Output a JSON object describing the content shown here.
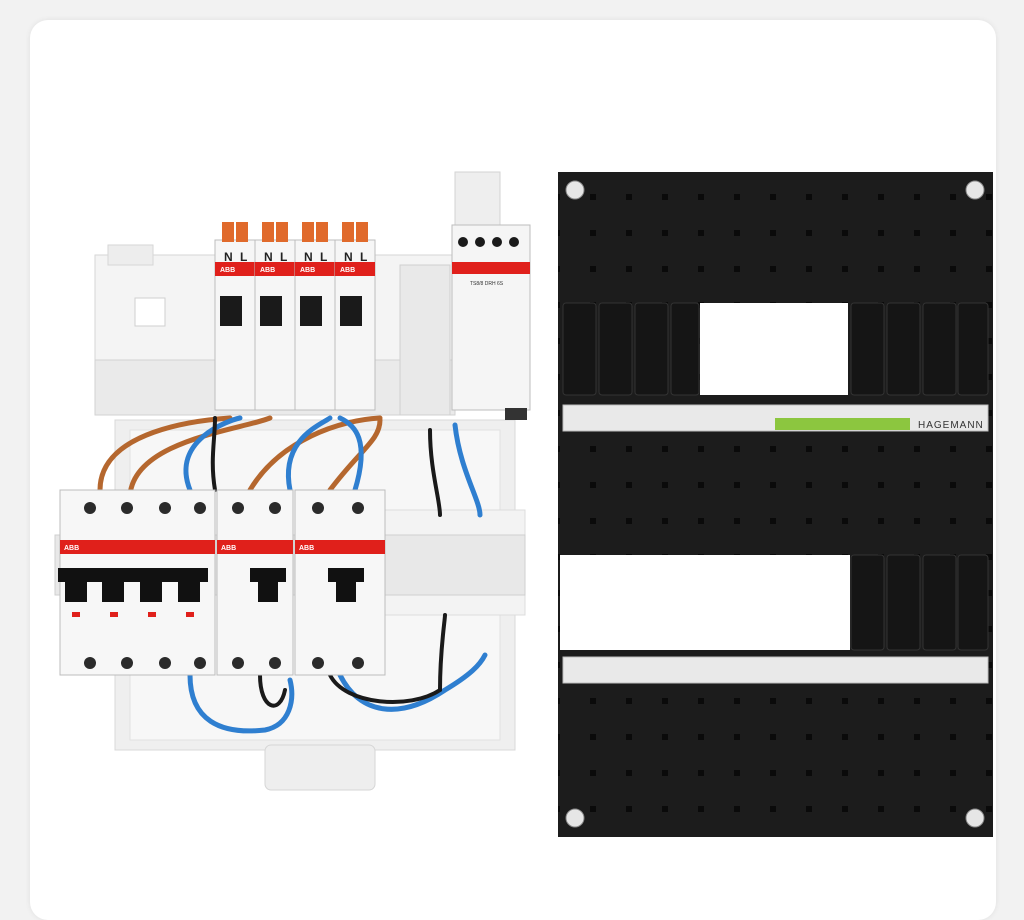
{
  "image": {
    "subject": "product-photo",
    "left_assembly": "circuit-breaker-group-with-wiring",
    "right_assembly": "black-perforated-cover-plate"
  },
  "labels": {
    "terminal_n": "N",
    "terminal_l": "L",
    "breaker_brand": "ABB",
    "transformer_text": "TS8/8 DRH 6S",
    "cover_brand": "HAGEMANN"
  },
  "colors": {
    "card_background": "#ffffff",
    "page_background": "#f2f2f2",
    "plate": "#1a1a1a",
    "abb_red": "#e0201b",
    "wire_brown": "#b5672e",
    "wire_blue": "#2f7fd0",
    "wire_black": "#1a1a1a",
    "green_stripe": "#8cc63f"
  }
}
